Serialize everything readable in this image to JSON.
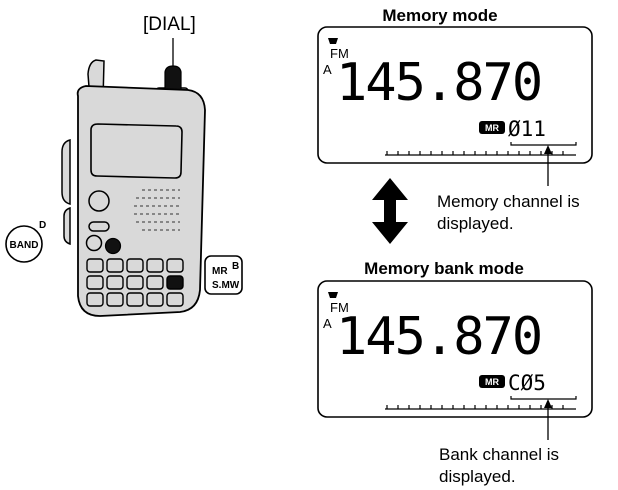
{
  "dial_label": "[DIAL]",
  "band_key": {
    "label": "BAND",
    "sup": "D"
  },
  "mr_key": {
    "top": "MR",
    "sup": "B",
    "bottom": "S.MW"
  },
  "memory_mode": {
    "title": "Memory mode",
    "mode": "FM",
    "band_marker": "A",
    "frequency": "145.870",
    "mr_badge": "MR",
    "channel": "Ø11",
    "caption_line1": "Memory channel is",
    "caption_line2": "displayed."
  },
  "bank_mode": {
    "title": "Memory bank mode",
    "mode": "FM",
    "band_marker": "A",
    "frequency": "145.870",
    "mr_badge": "MR",
    "channel": "CØ5",
    "caption_line1": "Bank channel is",
    "caption_line2": "displayed."
  },
  "colors": {
    "body": "#d9d9d9",
    "ink": "#000000",
    "bg": "#ffffff"
  }
}
